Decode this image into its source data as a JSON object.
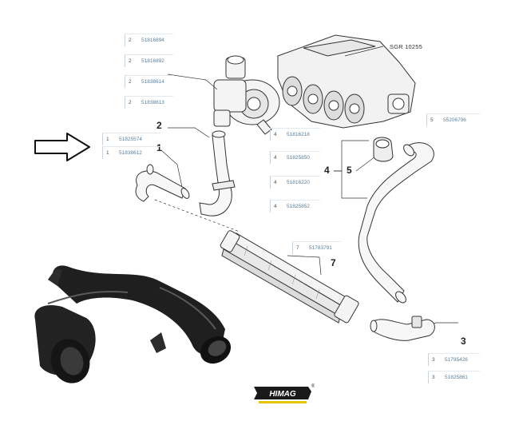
{
  "engine_label": "SGR 10255",
  "callouts": {
    "c1a": "1",
    "c1b": "1",
    "c2": "2",
    "c3": "3",
    "c4": "4",
    "c5": "5",
    "c7": "7"
  },
  "refs": {
    "r2a": {
      "qty": "2",
      "part": "51816894"
    },
    "r2b": {
      "qty": "2",
      "part": "51816892"
    },
    "r2c": {
      "qty": "2",
      "part": "51838614"
    },
    "r2d": {
      "qty": "2",
      "part": "51838613"
    },
    "r1a": {
      "qty": "1",
      "part": "51825574"
    },
    "r1b": {
      "qty": "1",
      "part": "51838612"
    },
    "r4a": {
      "qty": "4",
      "part": "51816218"
    },
    "r4b": {
      "qty": "4",
      "part": "51825850"
    },
    "r4c": {
      "qty": "4",
      "part": "51816220"
    },
    "r4d": {
      "qty": "4",
      "part": "51825852"
    },
    "r5": {
      "qty": "5",
      "part": "55206796"
    },
    "r7": {
      "qty": "7",
      "part": "51783791"
    },
    "r3a": {
      "qty": "3",
      "part": "51795426"
    },
    "r3b": {
      "qty": "3",
      "part": "51825861"
    }
  },
  "brand": {
    "name": "HIMAG",
    "mark": "®",
    "color": "#1a1a1a",
    "stripe": "#e8c300"
  },
  "colors": {
    "line": "#333333",
    "hose_fill": "#f6f6f6",
    "ref_text": "#5a7f99"
  }
}
